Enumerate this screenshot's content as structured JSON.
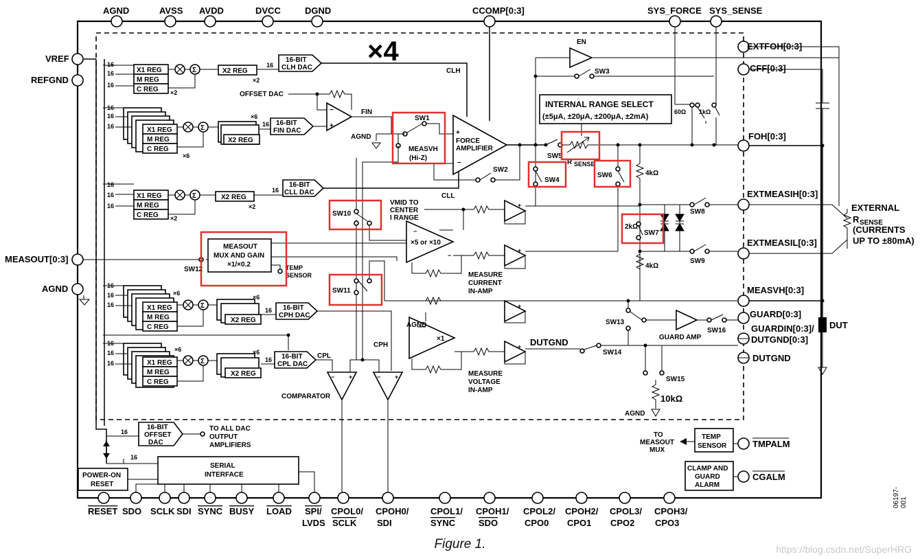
{
  "multiplier": "×4",
  "top_pins": [
    "AGND",
    "AVSS",
    "AVDD",
    "DVCC",
    "DGND",
    "CCOMP[0:3]",
    "SYS_FORCE",
    "SYS_SENSE"
  ],
  "left_pins": [
    "VREF",
    "REFGND",
    "MEASOUT[0:3]",
    "AGND"
  ],
  "right_pins": [
    "EXTFOH[0:3]",
    "CFF[0:3]",
    "FOH[0:3]",
    "EXTMEASIH[0:3]",
    "EXTMEASIL[0:3]",
    "MEASVH[0:3]",
    "GUARD[0:3]",
    "GUARDIN[0:3]/",
    "DUTGND[0:3]",
    "DUTGND",
    "TMPALM",
    "CGALM"
  ],
  "bottom_pins": {
    "line1": [
      "RESET",
      "SDO",
      "SCLK",
      "SDI",
      "SYNC",
      "BUSY",
      "LOAD",
      "SPI/",
      "CPOL0/",
      "CPOH0/",
      "CPOL1/",
      "CPOH1/",
      "CPOL2/",
      "CPOH2/",
      "CPOL3/",
      "CPOH3/"
    ],
    "line2": [
      "LVDS",
      "SCLK",
      "SDI",
      "SYNC",
      "SDO",
      "CPO0",
      "CPO1",
      "CPO2",
      "CPO3"
    ]
  },
  "regs": {
    "x1": "X1 REG",
    "m": "M REG",
    "c": "C REG",
    "x2": "X2 REG",
    "count16": "16",
    "x2mult": "×2",
    "x6mult": "×6"
  },
  "dacs": {
    "clh": "16-BIT CLH DAC",
    "fin": "16-BIT FIN DAC",
    "cll": "16-BIT CLL DAC",
    "cph": "16-BIT CPH DAC",
    "cpl": "16-BIT CPL DAC",
    "offset": "16-BIT OFFSET DAC"
  },
  "signals": {
    "clh": "CLH",
    "fin": "FIN",
    "cll": "CLL",
    "cpl": "CPL",
    "cph": "CPH",
    "offset_dac": "OFFSET DAC",
    "agnd": "AGND",
    "en": "EN",
    "dutgnd": "DUTGND"
  },
  "switches": [
    "SW1",
    "SW2",
    "SW3",
    "SW4",
    "SW5",
    "SW6",
    "SW7",
    "SW8",
    "SW9",
    "SW10",
    "SW11",
    "SW12",
    "SW13",
    "SW14",
    "SW15",
    "SW16"
  ],
  "blocks": {
    "force_amp": "FORCE AMPLIFIER",
    "measvh_hiz": "MEASVH (Hi-Z)",
    "internal_range": "INTERNAL RANGE SELECT",
    "ranges": "(±5μA, ±20μA, ±200μA, ±2mA)",
    "rsense": "R",
    "rsense_sub": "SENSE",
    "measout_mux": "MEASOUT MUX AND GAIN ×1/×0.2",
    "temp_sensor": "TEMP SENSOR",
    "gain": "×5 or ×10",
    "gain1": "×1",
    "vmid": "VMID TO CENTER I RANGE",
    "meas_current": "MEASURE CURRENT IN-AMP",
    "meas_voltage": "MEASURE VOLTAGE IN-AMP",
    "comparator": "COMPARATOR",
    "guard_amp": "GUARD AMP",
    "to_all_dac": "TO ALL DAC OUTPUT AMPLIFIERS",
    "power_on": "POWER-ON RESET",
    "serial": "SERIAL INTERFACE",
    "to_measout": "TO MEASOUT MUX",
    "temp_sensor2": "TEMP SENSOR",
    "clamp_guard": "CLAMP AND GUARD ALARM",
    "external_rsense": "EXTERNAL",
    "currents": "(CURRENTS UP TO ±80mA)",
    "dut": "DUT"
  },
  "resistors": {
    "r60": "60Ω",
    "r1k": "1kΩ",
    "r4k_a": "4kΩ",
    "r4k_b": "4kΩ",
    "r2k": "2kΩ",
    "r10k": "10kΩ"
  },
  "caption": "Figure 1.",
  "fig_code": "06197-001",
  "watermark": "https://blog.csdn.net/SuperHRG"
}
